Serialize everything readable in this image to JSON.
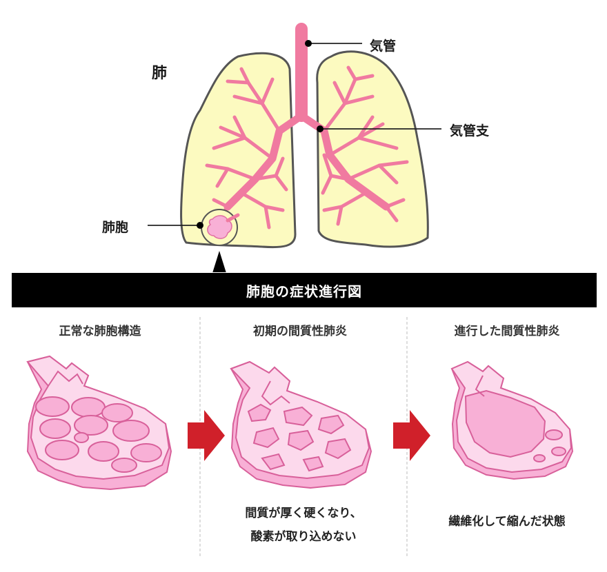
{
  "labels": {
    "lung": "肺",
    "trachea": "気管",
    "bronchus": "気管支",
    "alveolus": "肺胞"
  },
  "banner": {
    "title": "肺胞の症状進行図"
  },
  "stages": [
    {
      "title": "正常な肺胞構造",
      "caption_lines": []
    },
    {
      "title": "初期の間質性肺炎",
      "caption_lines": [
        "間質が厚く硬くなり、",
        "酸素が取り込めない"
      ]
    },
    {
      "title": "進行した間質性肺炎",
      "caption_lines": [
        "繊維化して縮んだ状態"
      ]
    }
  ],
  "colors": {
    "lung_fill": "#fcfac0",
    "lung_stroke": "#555555",
    "airway": "#f07aa0",
    "alveolus_fill": "#f8b0d6",
    "alveolus_light": "#fcd9ec",
    "alveolus_stroke": "#d8609a",
    "arrow": "#d0202a",
    "divider": "#bbbbbb"
  }
}
